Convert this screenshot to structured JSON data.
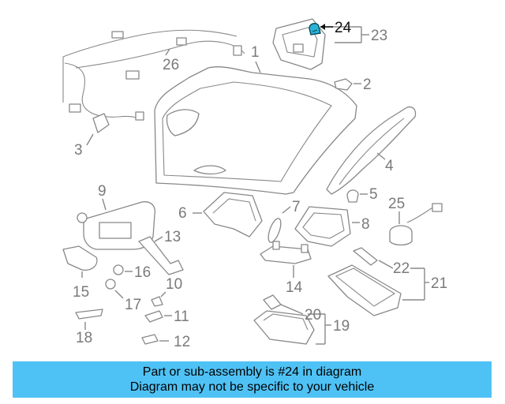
{
  "callouts": {
    "n1": "1",
    "n2": "2",
    "n3": "3",
    "n4": "4",
    "n5": "5",
    "n6": "6",
    "n7": "7",
    "n8": "8",
    "n9": "9",
    "n10": "10",
    "n11": "11",
    "n12": "12",
    "n13": "13",
    "n14": "14",
    "n15": "15",
    "n16": "16",
    "n17": "17",
    "n18": "18",
    "n19": "19",
    "n20": "20",
    "n21": "21",
    "n22": "22",
    "n23": "23",
    "n24": "24",
    "n25": "25",
    "n26": "26"
  },
  "highlighted_part": "24",
  "colors": {
    "banner": "#4fc2f5",
    "highlight_part": "#2bb3d6"
  },
  "banner": {
    "line1": "Part or sub-assembly is #24 in diagram",
    "line2": "Diagram may not be specific to your vehicle"
  }
}
